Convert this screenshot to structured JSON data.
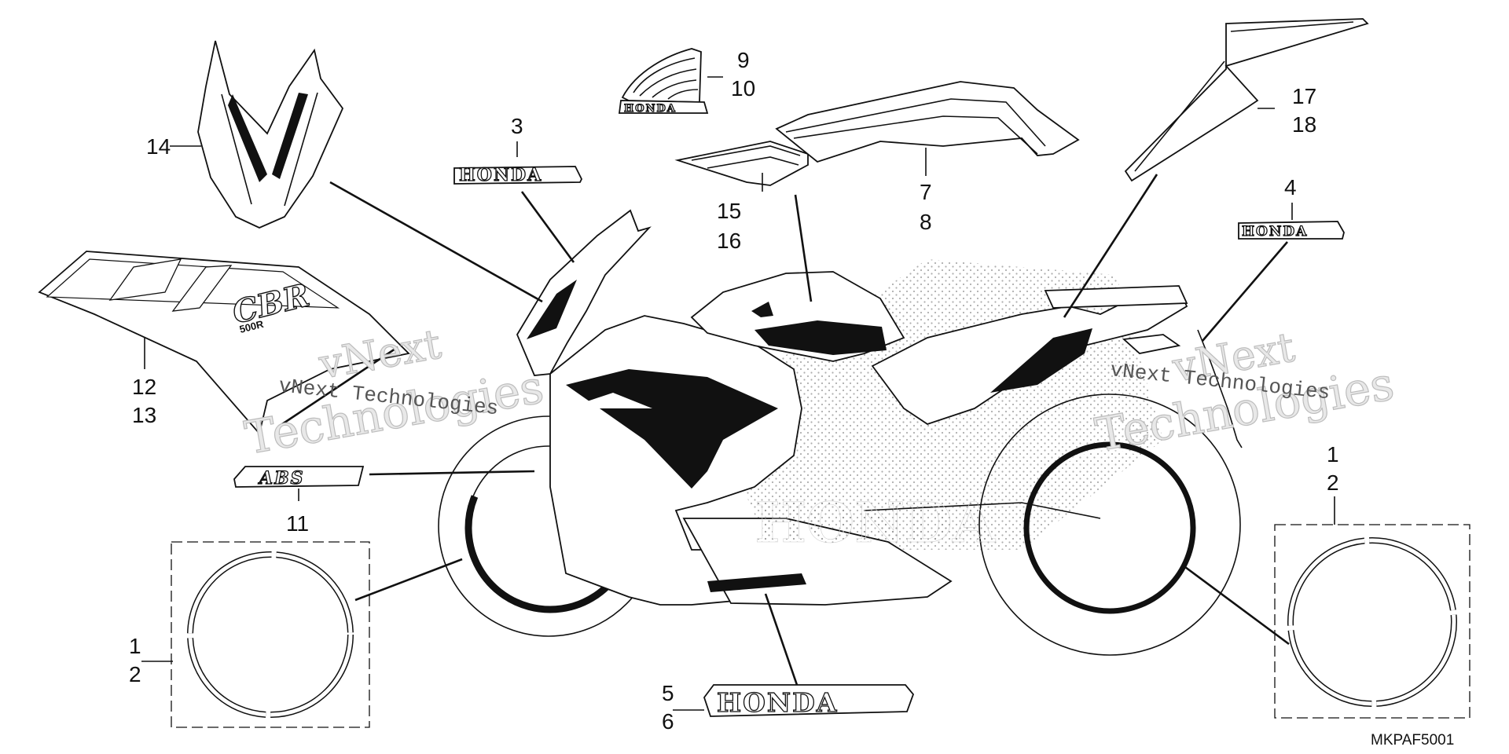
{
  "diagram": {
    "callouts": {
      "c1_2_left": [
        "1",
        "2"
      ],
      "c1_2_right": [
        "1",
        "2"
      ],
      "c3": "3",
      "c4": "4",
      "c5_6": [
        "5",
        "6"
      ],
      "c7_8": [
        "7",
        "8"
      ],
      "c9_10": [
        "9",
        "10"
      ],
      "c11": "11",
      "c12_13": [
        "12",
        "13"
      ],
      "c14": "14",
      "c15_16": [
        "15",
        "16"
      ],
      "c17_18": [
        "17",
        "18"
      ]
    },
    "emblem_text": "HONDA",
    "abs_text": "ABS",
    "cbr_text": "CBR",
    "model_text": "500R",
    "tank_text": "HONDA",
    "diagram_code": "MKPAF5001"
  },
  "watermark": {
    "line1": "vNext",
    "line2": "Technologies",
    "caption": "vNext Technologies"
  }
}
